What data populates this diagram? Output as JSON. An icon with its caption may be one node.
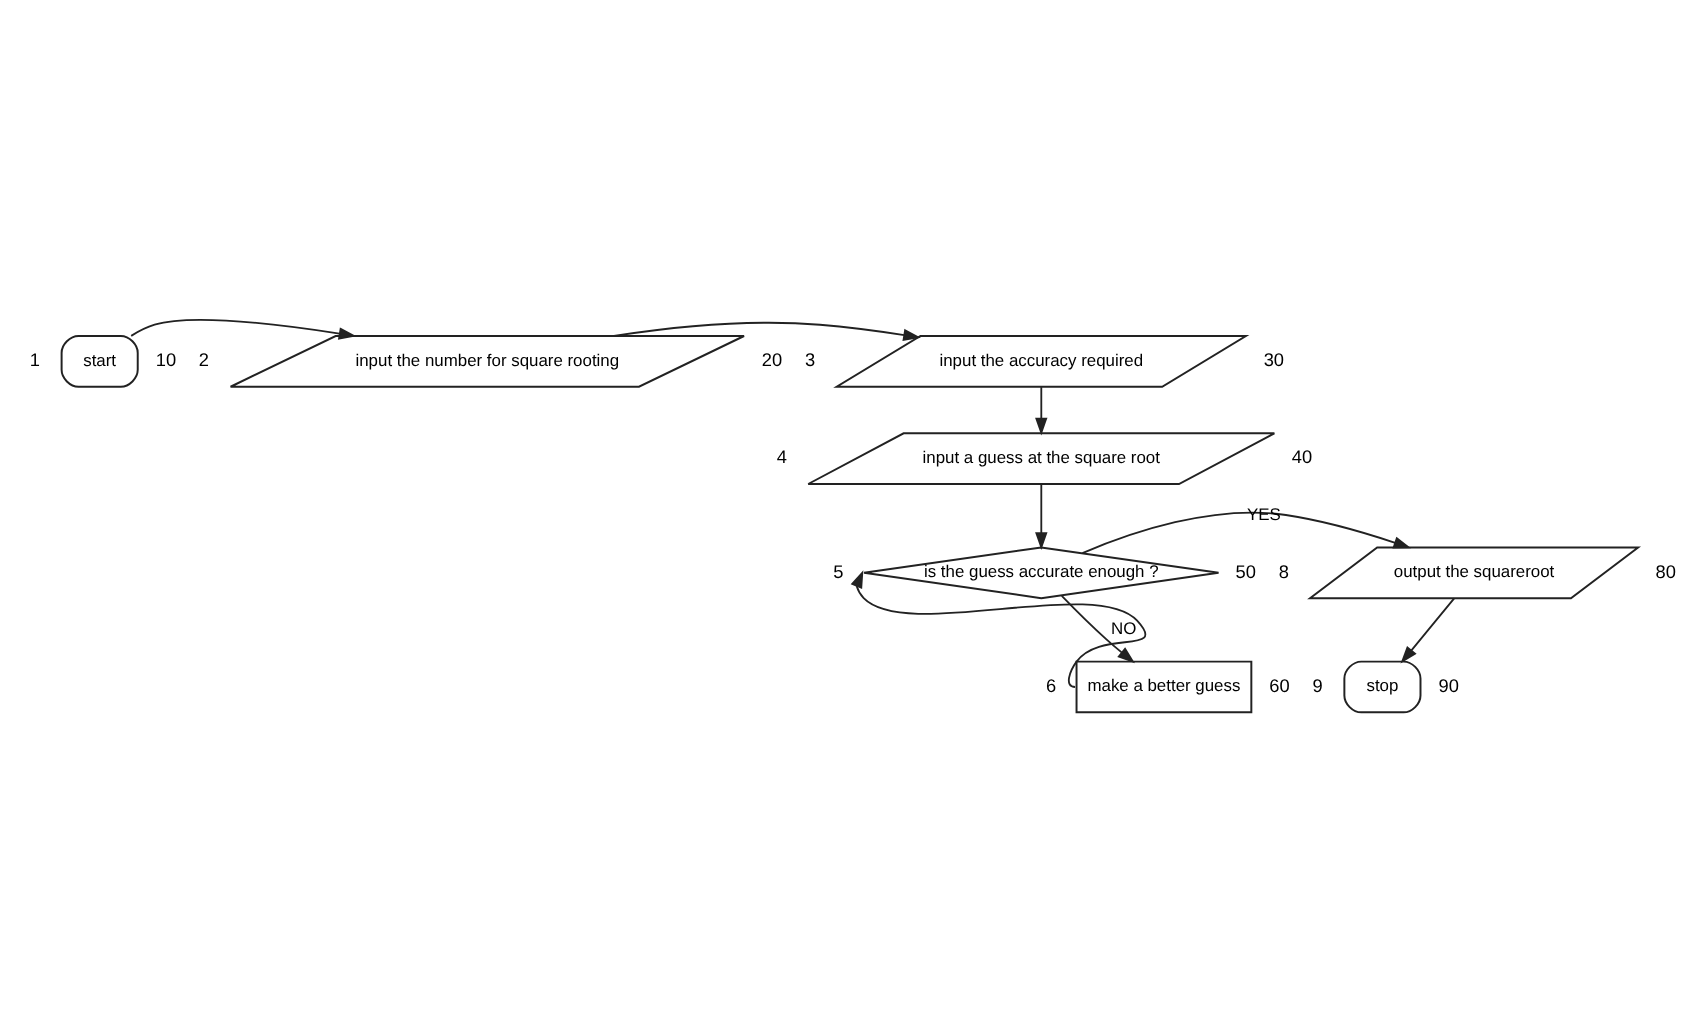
{
  "diagram": {
    "nodes": [
      {
        "text": [
          "start"
        ],
        "beside": [
          "1",
          "10"
        ]
      },
      {
        "text": [
          "input the number for square rooting"
        ],
        "beside": [
          "2",
          "20"
        ]
      },
      {
        "text": [
          "input the accuracy required"
        ],
        "beside": [
          "3",
          "30"
        ]
      },
      {
        "text": [
          "input a guess at the square root"
        ],
        "beside": [
          "4",
          "40"
        ]
      },
      {
        "text": [
          "is the guess accurate enough ?"
        ],
        "beside": [
          "5",
          "50"
        ]
      },
      {
        "text": [
          "output the squareroot"
        ],
        "beside": [
          "8",
          "80"
        ]
      },
      {
        "text": [
          "make a better guess"
        ],
        "beside": [
          "6",
          "60"
        ]
      },
      {
        "text": [
          "stop"
        ],
        "beside": [
          "9",
          "90"
        ]
      }
    ],
    "edges": [
      {
        "from": 0,
        "to": 1,
        "arrow": "to"
      },
      {
        "from": 1,
        "to": 2,
        "arrow": "to"
      },
      {
        "from": 2,
        "to": 3,
        "arrow": "to"
      },
      {
        "from": 3,
        "to": 4,
        "arrow": "to"
      },
      {
        "from": 4,
        "to": 5,
        "arrow": "to",
        "label": "YES"
      },
      {
        "from": 4,
        "to": 6,
        "arrow": "to",
        "label": "NO"
      },
      {
        "from": 6,
        "to": 4,
        "arrow": "to"
      },
      {
        "from": 5,
        "to": 7,
        "arrow": "to"
      }
    ]
  }
}
